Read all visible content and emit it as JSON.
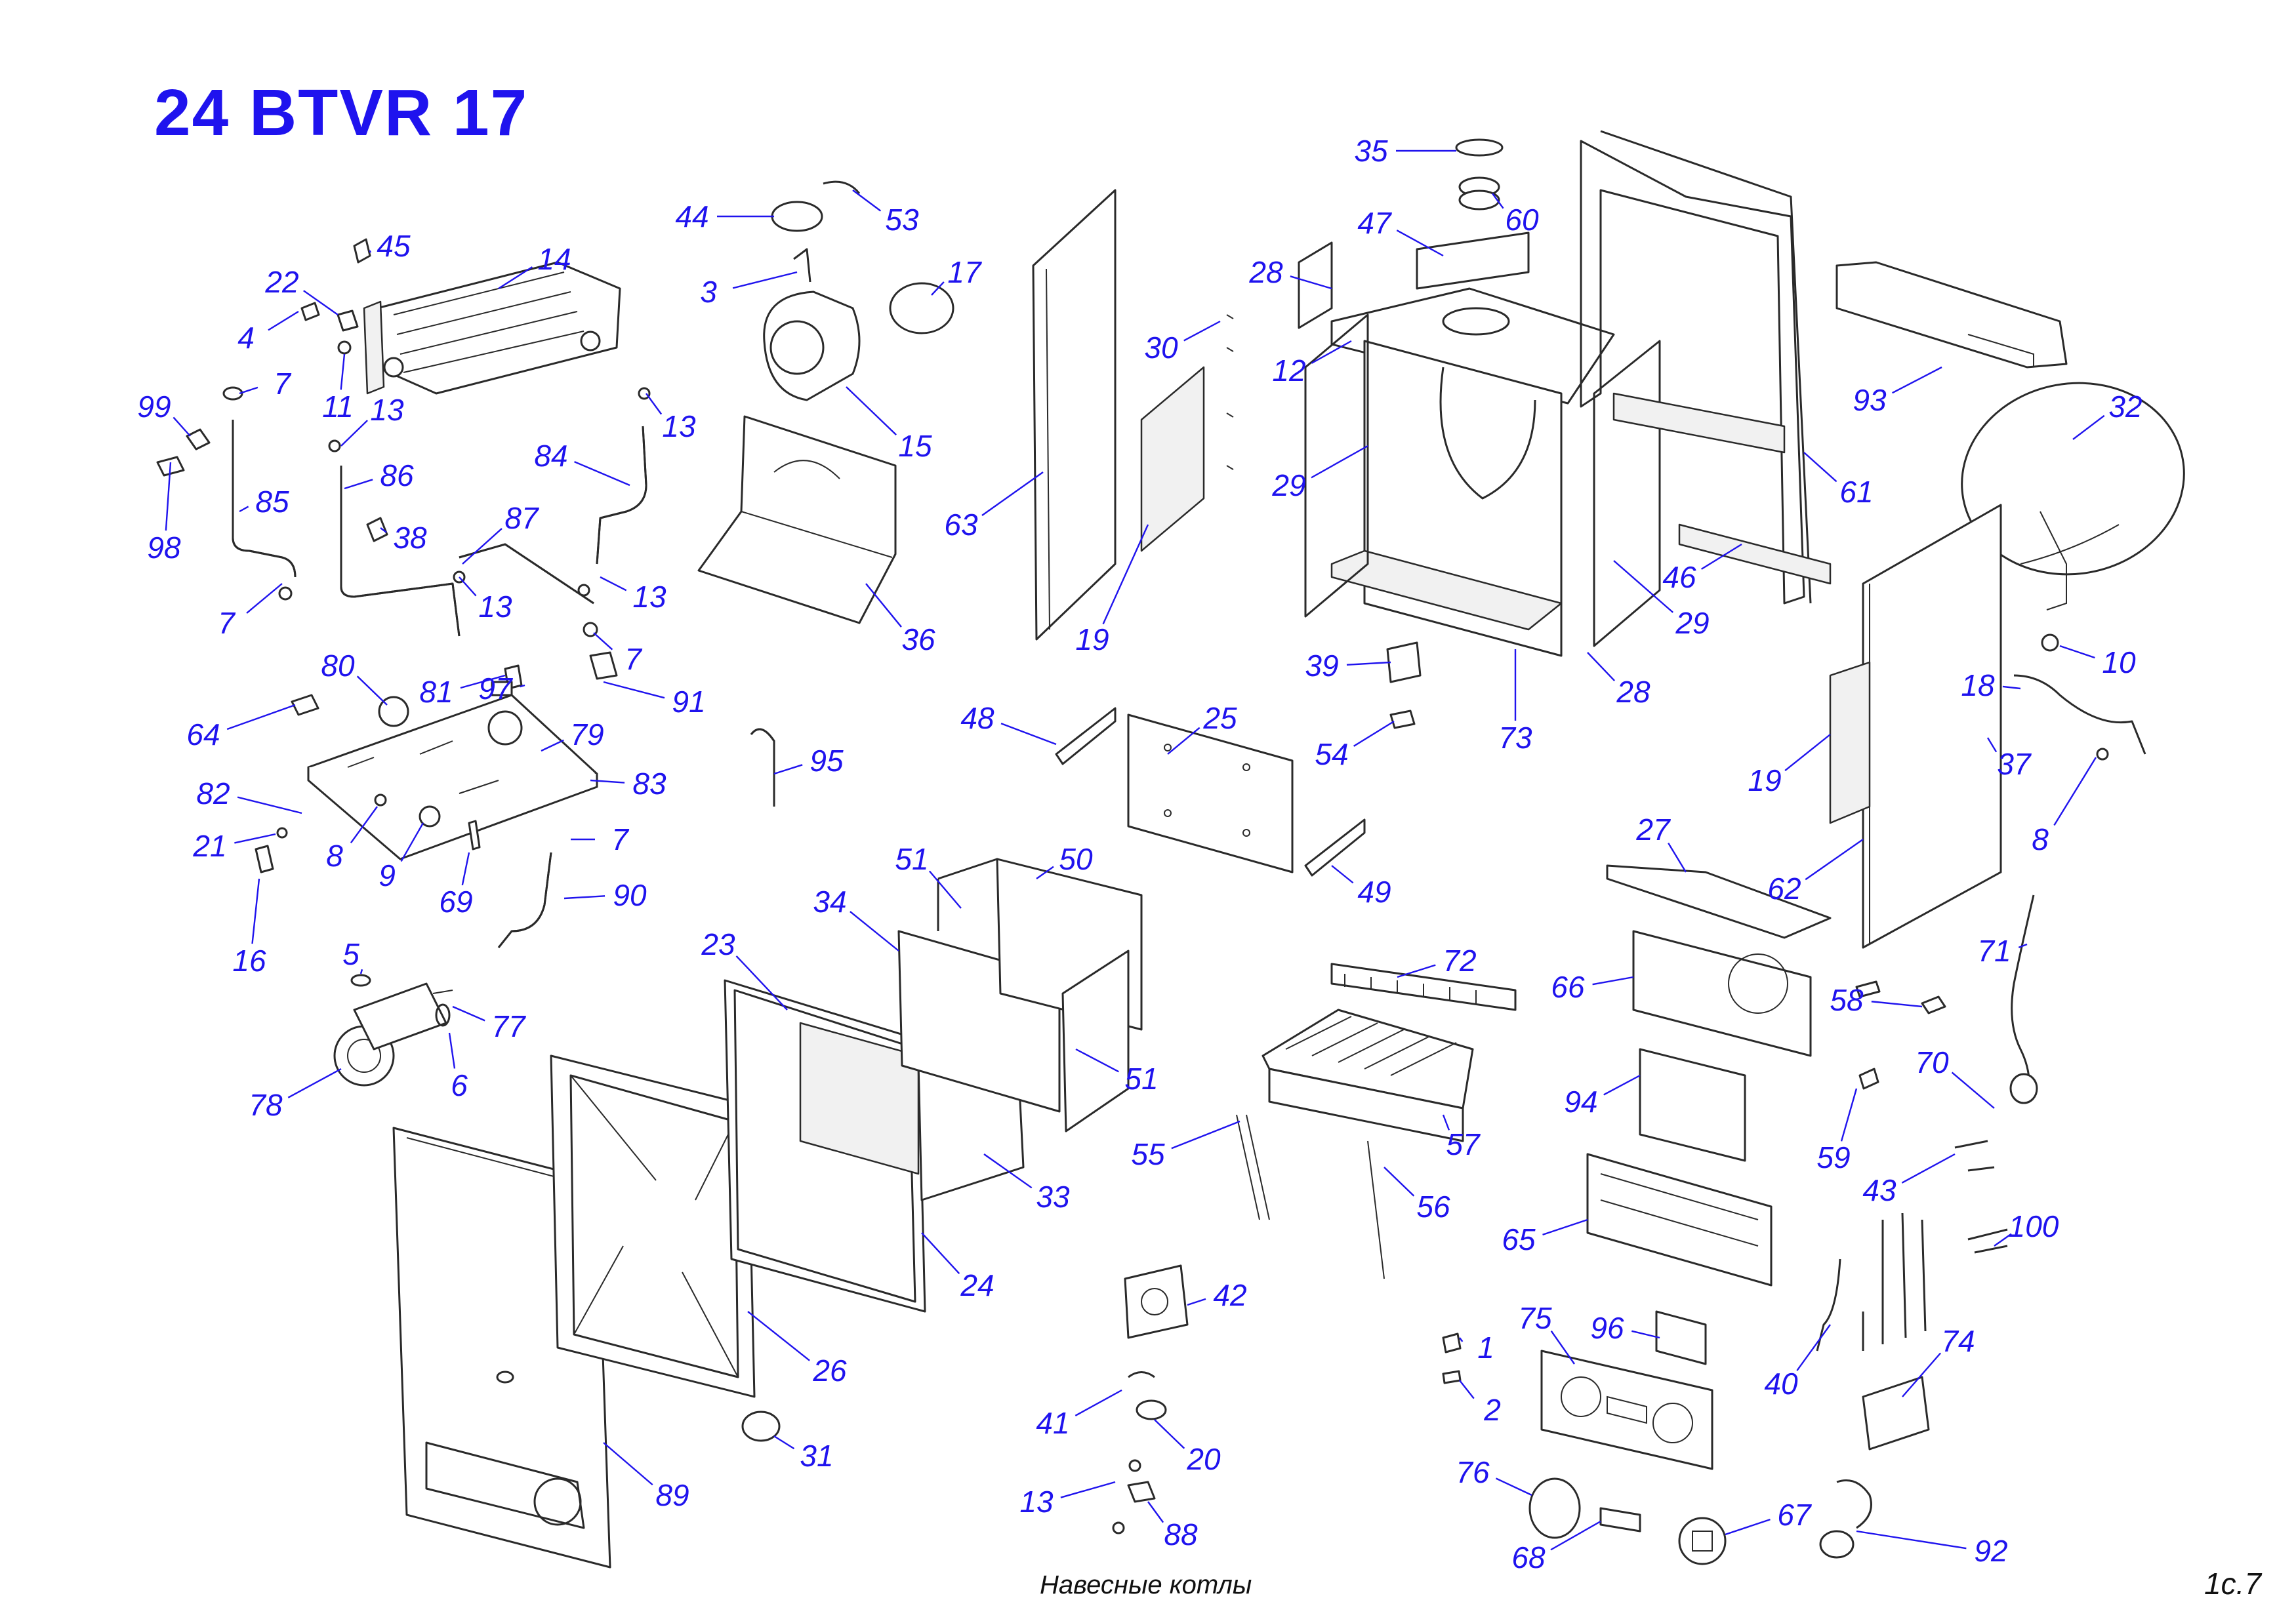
{
  "title": "24 BTVR 17",
  "footer": {
    "caption": "Навесные котлы",
    "page": "1c.7"
  },
  "colors": {
    "label": "#1f13ee",
    "drawing": "#2a2a2a",
    "background": "#ffffff"
  },
  "parts": [
    {
      "id": "p35",
      "label": "35"
    },
    {
      "id": "p60",
      "label": "60"
    },
    {
      "id": "p47",
      "label": "47"
    },
    {
      "id": "p44",
      "label": "44"
    },
    {
      "id": "p53",
      "label": "53"
    },
    {
      "id": "p45",
      "label": "45"
    },
    {
      "id": "p14",
      "label": "14"
    },
    {
      "id": "p22",
      "label": "22"
    },
    {
      "id": "p4",
      "label": "4"
    },
    {
      "id": "p11",
      "label": "11"
    },
    {
      "id": "p7a",
      "label": "7"
    },
    {
      "id": "p99",
      "label": "99"
    },
    {
      "id": "p98",
      "label": "98"
    },
    {
      "id": "p13a",
      "label": "13"
    },
    {
      "id": "p13b",
      "label": "13"
    },
    {
      "id": "p85",
      "label": "85"
    },
    {
      "id": "p86",
      "label": "86"
    },
    {
      "id": "p84",
      "label": "84"
    },
    {
      "id": "p87",
      "label": "87"
    },
    {
      "id": "p38",
      "label": "38"
    },
    {
      "id": "p13c",
      "label": "13"
    },
    {
      "id": "p13d",
      "label": "13"
    },
    {
      "id": "p7b",
      "label": "7"
    },
    {
      "id": "p7c",
      "label": "7"
    },
    {
      "id": "p3",
      "label": "3"
    },
    {
      "id": "p17",
      "label": "17"
    },
    {
      "id": "p15",
      "label": "15"
    },
    {
      "id": "p36",
      "label": "36"
    },
    {
      "id": "p63",
      "label": "63"
    },
    {
      "id": "p30",
      "label": "30"
    },
    {
      "id": "p19a",
      "label": "19"
    },
    {
      "id": "p28a",
      "label": "28"
    },
    {
      "id": "p12",
      "label": "12"
    },
    {
      "id": "p29a",
      "label": "29"
    },
    {
      "id": "p29b",
      "label": "29"
    },
    {
      "id": "p46",
      "label": "46"
    },
    {
      "id": "p28b",
      "label": "28"
    },
    {
      "id": "p73",
      "label": "73"
    },
    {
      "id": "p61",
      "label": "61"
    },
    {
      "id": "p93",
      "label": "93"
    },
    {
      "id": "p32",
      "label": "32"
    },
    {
      "id": "p10",
      "label": "10"
    },
    {
      "id": "p18",
      "label": "18"
    },
    {
      "id": "p37",
      "label": "37"
    },
    {
      "id": "p8a",
      "label": "8"
    },
    {
      "id": "p80",
      "label": "80"
    },
    {
      "id": "p81",
      "label": "81"
    },
    {
      "id": "p97",
      "label": "97"
    },
    {
      "id": "p91",
      "label": "91"
    },
    {
      "id": "p64",
      "label": "64"
    },
    {
      "id": "p79",
      "label": "79"
    },
    {
      "id": "p83",
      "label": "83"
    },
    {
      "id": "p82",
      "label": "82"
    },
    {
      "id": "p21",
      "label": "21"
    },
    {
      "id": "p8b",
      "label": "8"
    },
    {
      "id": "p9",
      "label": "9"
    },
    {
      "id": "p69",
      "label": "69"
    },
    {
      "id": "p7d",
      "label": "7"
    },
    {
      "id": "p16",
      "label": "16"
    },
    {
      "id": "p90",
      "label": "90"
    },
    {
      "id": "p95",
      "label": "95"
    },
    {
      "id": "p39",
      "label": "39"
    },
    {
      "id": "p54",
      "label": "54"
    },
    {
      "id": "p48",
      "label": "48"
    },
    {
      "id": "p25",
      "label": "25"
    },
    {
      "id": "p49",
      "label": "49"
    },
    {
      "id": "p27",
      "label": "27"
    },
    {
      "id": "p19b",
      "label": "19"
    },
    {
      "id": "p62",
      "label": "62"
    },
    {
      "id": "p5",
      "label": "5"
    },
    {
      "id": "p77",
      "label": "77"
    },
    {
      "id": "p6",
      "label": "6"
    },
    {
      "id": "p78",
      "label": "78"
    },
    {
      "id": "p23",
      "label": "23"
    },
    {
      "id": "p34",
      "label": "34"
    },
    {
      "id": "p51a",
      "label": "51"
    },
    {
      "id": "p50",
      "label": "50"
    },
    {
      "id": "p51b",
      "label": "51"
    },
    {
      "id": "p33",
      "label": "33"
    },
    {
      "id": "p24",
      "label": "24"
    },
    {
      "id": "p26",
      "label": "26"
    },
    {
      "id": "p89",
      "label": "89"
    },
    {
      "id": "p31",
      "label": "31"
    },
    {
      "id": "p72",
      "label": "72"
    },
    {
      "id": "p57",
      "label": "57"
    },
    {
      "id": "p55",
      "label": "55"
    },
    {
      "id": "p56",
      "label": "56"
    },
    {
      "id": "p66",
      "label": "66"
    },
    {
      "id": "p58",
      "label": "58"
    },
    {
      "id": "p71",
      "label": "71"
    },
    {
      "id": "p70",
      "label": "70"
    },
    {
      "id": "p94",
      "label": "94"
    },
    {
      "id": "p59",
      "label": "59"
    },
    {
      "id": "p43",
      "label": "43"
    },
    {
      "id": "p65",
      "label": "65"
    },
    {
      "id": "p100",
      "label": "100"
    },
    {
      "id": "p42",
      "label": "42"
    },
    {
      "id": "p41",
      "label": "41"
    },
    {
      "id": "p20",
      "label": "20"
    },
    {
      "id": "p13e",
      "label": "13"
    },
    {
      "id": "p88",
      "label": "88"
    },
    {
      "id": "p1",
      "label": "1"
    },
    {
      "id": "p2",
      "label": "2"
    },
    {
      "id": "p75",
      "label": "75"
    },
    {
      "id": "p96",
      "label": "96"
    },
    {
      "id": "p40",
      "label": "40"
    },
    {
      "id": "p74",
      "label": "74"
    },
    {
      "id": "p76",
      "label": "76"
    },
    {
      "id": "p68",
      "label": "68"
    },
    {
      "id": "p67",
      "label": "67"
    },
    {
      "id": "p92",
      "label": "92"
    }
  ]
}
